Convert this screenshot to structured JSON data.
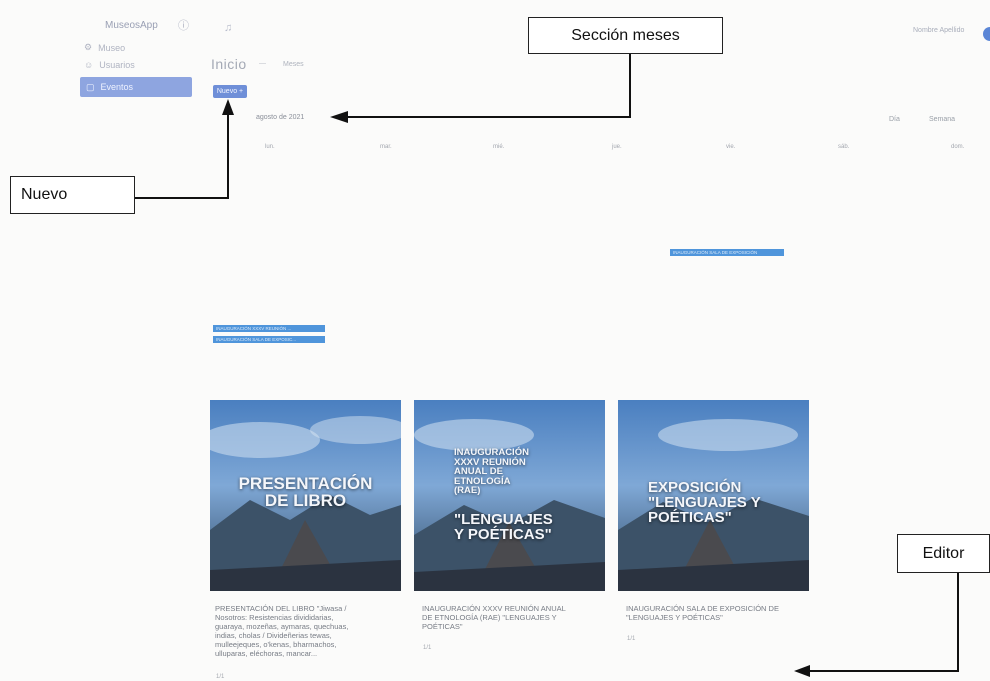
{
  "sidebar": {
    "app_name": "MuseosApp",
    "app_icon": "info-icon",
    "items": [
      {
        "label": "Museo",
        "icon": "gear-icon"
      },
      {
        "label": "Usuarios",
        "icon": "user-icon"
      },
      {
        "label": "Eventos",
        "icon": "calendar-icon",
        "active": true
      }
    ]
  },
  "header": {
    "bell_icon": "bell-icon",
    "breadcrumb": "Inicio",
    "breadcrumb_sep": "—",
    "breadcrumb_current": "Meses",
    "new_button": "Nuevo +",
    "user_name": "Nombre Apellido"
  },
  "calendar": {
    "month_label": "agosto de 2021",
    "view_toggle": [
      "Día",
      "Semana"
    ],
    "weekdays": [
      "lun.",
      "mar.",
      "mié.",
      "jue.",
      "vie.",
      "sáb.",
      "dom."
    ],
    "events": [
      "INAUGURACIÓN SALA DE EXPOSICIÓN",
      "INAUGURACIÓN XXXV REUNIÓN ...",
      "INAUGURACIÓN SALA DE EXPOSIC..."
    ]
  },
  "cards": [
    {
      "title": "PRESENTACIÓN\nDE LIBRO",
      "desc": "PRESENTACIÓN DEL LIBRO \"Jiwasa / Nosotros: Resistencias divididarias, guaraya, mozeñas, aymaras, quechuas, indias, cholas / Divideñerias tewas, mulleejeques, o'kenas, bharmachos, ulluparas, eléchoras, mancar...",
      "meta": "1/1"
    },
    {
      "title_small": "INAUGURACIÓN\nXXXV REUNIÓN\nANUAL DE\nETNOLOGÍA\n(RAE)",
      "title": "\"LENGUAJES\nY POÉTICAS\"",
      "desc": "INAUGURACIÓN XXXV REUNIÓN ANUAL DE ETNOLOGÍA (RAE) \"LENGUAJES Y POÉTICAS\"",
      "meta": "1/1"
    },
    {
      "title": "EXPOSICIÓN\n\"LENGUAJES Y\nPOÉTICAS\"",
      "desc": "INAUGURACIÓN SALA DE EXPOSICIÓN DE \"LENGUAJES Y POÉTICAS\"",
      "meta": "1/1"
    }
  ],
  "annotations": {
    "seccion_meses": "Sección meses",
    "nuevo": "Nuevo",
    "editor": "Editor"
  },
  "colors": {
    "accent": "#6f8fd8",
    "event_blue": "#4f95db",
    "sidebar_active": "#8ea5e0"
  }
}
